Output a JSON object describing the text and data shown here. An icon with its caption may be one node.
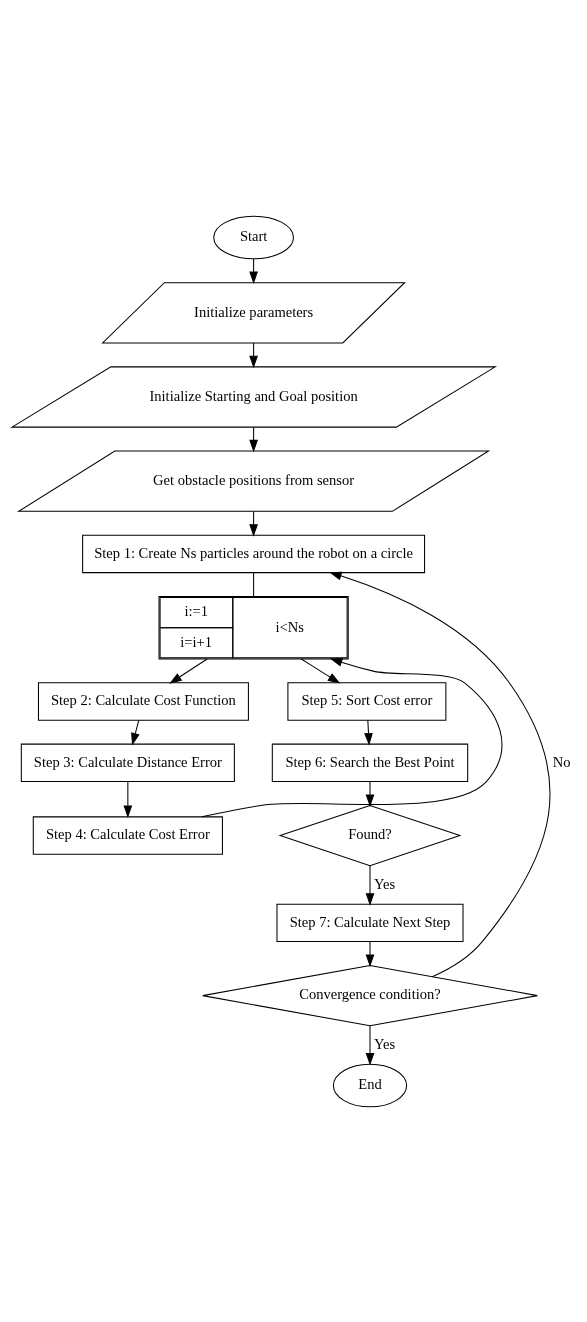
{
  "diagram": {
    "nodes": [
      {
        "text": [
          "Start"
        ]
      },
      {
        "text": [
          "Initialize parameters"
        ]
      },
      {
        "text": [
          "Initialize Starting and Goal position"
        ]
      },
      {
        "text": [
          "Get obstacle positions from sensor"
        ]
      },
      {
        "text": [
          "Step 1: Create Ns particles around the robot on a circle"
        ]
      },
      {
        "text": [
          "i:=1",
          "i=i+1",
          "i<Ns"
        ]
      },
      {
        "text": [
          "Step 2: Calculate Cost Function"
        ]
      },
      {
        "text": [
          "Step 3: Calculate Distance Error"
        ]
      },
      {
        "text": [
          "Step 4: Calculate Cost Error"
        ]
      },
      {
        "text": [
          "Step 5: Sort Cost error"
        ]
      },
      {
        "text": [
          "Step 6: Search the Best Point"
        ]
      },
      {
        "text": [
          "Found?"
        ]
      },
      {
        "text": [
          "Step 7: Calculate Next Step"
        ]
      },
      {
        "text": [
          "Convergence condition?"
        ]
      },
      {
        "text": [
          "End"
        ]
      }
    ],
    "edges": [
      {
        "from": 0,
        "to": 1,
        "arrow": "to"
      },
      {
        "from": 1,
        "to": 2,
        "arrow": "to"
      },
      {
        "from": 2,
        "to": 3,
        "arrow": "to"
      },
      {
        "from": 3,
        "to": 4,
        "arrow": "to"
      },
      {
        "from": 4,
        "to": 5,
        "arrow": "none"
      },
      {
        "from": 5,
        "to": 6,
        "arrow": "to"
      },
      {
        "from": 6,
        "to": 7,
        "arrow": "to"
      },
      {
        "from": 7,
        "to": 8,
        "arrow": "to"
      },
      {
        "from": 8,
        "to": 5,
        "arrow": "to"
      },
      {
        "from": 5,
        "to": 9,
        "arrow": "to"
      },
      {
        "from": 9,
        "to": 10,
        "arrow": "to"
      },
      {
        "from": 10,
        "to": 11,
        "arrow": "to"
      },
      {
        "from": 11,
        "to": 12,
        "arrow": "to",
        "label": "Yes"
      },
      {
        "from": 12,
        "to": 13,
        "arrow": "to"
      },
      {
        "from": 13,
        "to": 14,
        "arrow": "to",
        "label": "Yes"
      },
      {
        "from": 13,
        "to": 4,
        "arrow": "to",
        "label": "No"
      }
    ]
  }
}
